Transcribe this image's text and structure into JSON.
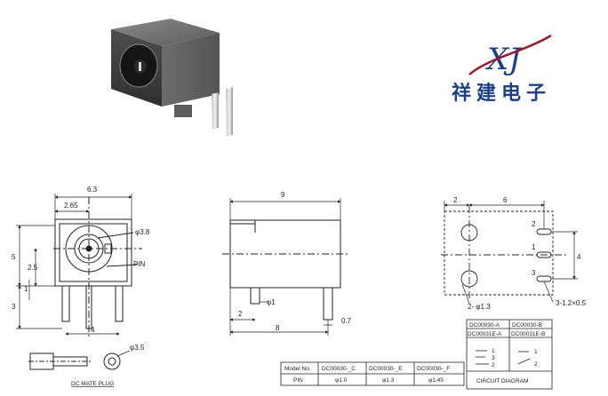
{
  "brand": {
    "logo_text": "XJ",
    "company_name": "祥建电子",
    "colors": {
      "brand_blue": "#1c3f8c",
      "logo_red": "#9c1a2a"
    }
  },
  "front_view": {
    "dim_width": "6.3",
    "dim_center_offset": "2.65",
    "dim_hole_dia": "φ3.8",
    "dim_height_5": "5",
    "dim_center_height": "2.5",
    "dim_step_1": "1",
    "dim_pin_len_3": "3",
    "dim_pin_spacing": "4",
    "pin_label": "PIN"
  },
  "side_view": {
    "dim_length": "9",
    "dim_pin_thick": "φ1",
    "dim_pin_offset": "2",
    "dim_pin_pitch": "8",
    "dim_pin_width": "0.7"
  },
  "footprint_view": {
    "dim_offset": "2",
    "dim_span": "6",
    "dim_vertical": "4",
    "hole_spec": "2- φ1.3",
    "slot_spec": "3-1.2×0.5",
    "pin_numbers": [
      "2",
      "1",
      "3"
    ]
  },
  "mate_plug": {
    "label": "DC MATE PLUG",
    "dim_dia": "φ3.5"
  },
  "circuit_diagram": {
    "models": [
      "DC00030-A",
      "DC00030-B",
      "DC00031E-A",
      "DC00031E-B"
    ],
    "title": "CIRCUIT DIAGRAM",
    "left_pins": [
      "1",
      "3",
      "2"
    ],
    "right_pins": [
      "1",
      "2"
    ]
  },
  "pin_table": {
    "headers": [
      "Model No.",
      "DC00030-_C",
      "DC00030-_E",
      "DC00030-_F"
    ],
    "row_label": "PIN",
    "values": [
      "φ1.0",
      "φ1.3",
      "φ1.45"
    ]
  }
}
